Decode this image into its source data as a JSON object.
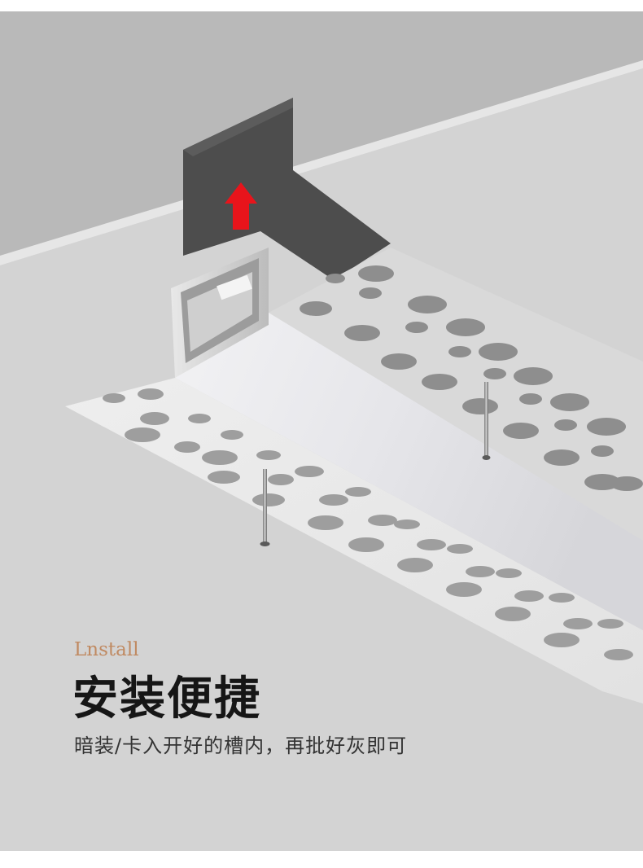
{
  "brand_word": "Lnstall",
  "headline": "安装便捷",
  "description": "暗装/卡入开好的槽内，再批好灰即可",
  "colors": {
    "page_background": "#ffffff",
    "scene_background": "#d0d0d0",
    "brand_accent": "#c08a62",
    "arrow": "#e8141b",
    "headline_text": "#161616",
    "body_text": "#333333"
  },
  "icons": {
    "direction": "up-arrow-icon"
  }
}
